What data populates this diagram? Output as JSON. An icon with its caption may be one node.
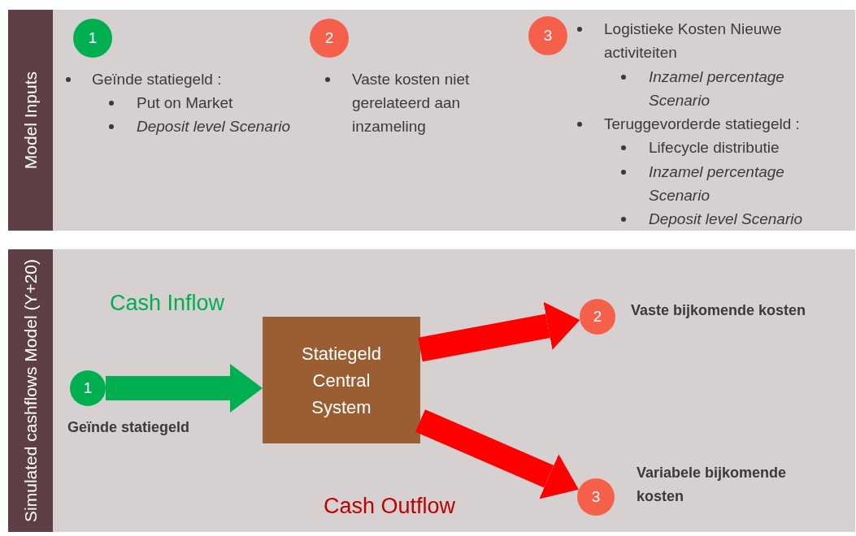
{
  "diagram": {
    "nodes": [
      {
        "text": [
          "Model Inputs"
        ]
      },
      {
        "text": [
          "1"
        ],
        "in": 0,
        "beside": [
          "Geïnde statiegeld :",
          "Put on Market",
          "Deposit level Scenario"
        ]
      },
      {
        "text": [
          "2"
        ],
        "in": 0,
        "beside": [
          "Vaste kosten niet gerelateerd aan inzameling"
        ]
      },
      {
        "text": [
          "3"
        ],
        "in": 0,
        "beside": [
          "Logistieke Kosten Nieuwe activiteiten",
          "Inzamel percentage Scenario",
          "Teruggevorderde statiegeld :",
          "Lifecycle distributie",
          "Inzamel percentage Scenario",
          "Deposit level Scenario"
        ]
      },
      {
        "text": [
          "Simulated cashflows Model (Y+20)"
        ]
      },
      {
        "text": [
          "1"
        ],
        "in": 4,
        "beside": [
          "Geïnde statiegeld"
        ]
      },
      {
        "text": [
          "Statiegeld Central System"
        ],
        "in": 4
      },
      {
        "text": [
          "2"
        ],
        "in": 4,
        "beside": [
          "Vaste bijkomende kosten"
        ]
      },
      {
        "text": [
          "3"
        ],
        "in": 4,
        "beside": [
          "Variabele bijkomende kosten"
        ]
      }
    ],
    "edges": [
      {
        "from": 5,
        "to": 6,
        "arrow": "to",
        "color": "#00b050"
      },
      {
        "from": 6,
        "to": 7,
        "arrow": "to"
      },
      {
        "from": 6,
        "to": 8,
        "arrow": "to"
      }
    ],
    "labels": [
      "Cash Inflow",
      "Cash Outflow"
    ]
  }
}
